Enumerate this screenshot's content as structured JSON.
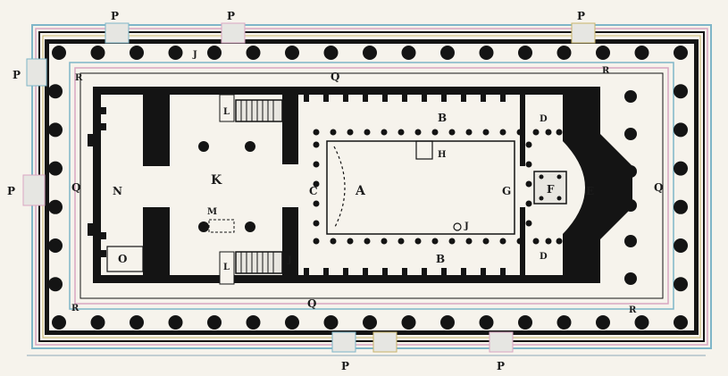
{
  "colors": {
    "paper": "#f6f3ec",
    "ink": "#141414",
    "accent_cyan": "#7fb6c8",
    "accent_pink": "#d9a6c2",
    "accent_gold": "#c8b46a"
  },
  "labels": {
    "A": "A",
    "B": "B",
    "C": "C",
    "D": "D",
    "E": "E",
    "F": "F",
    "G": "G",
    "H": "H",
    "J": "J",
    "K": "K",
    "L": "L",
    "M": "M",
    "N": "N",
    "O": "O",
    "P": "P",
    "Q": "Q",
    "R": "R"
  }
}
